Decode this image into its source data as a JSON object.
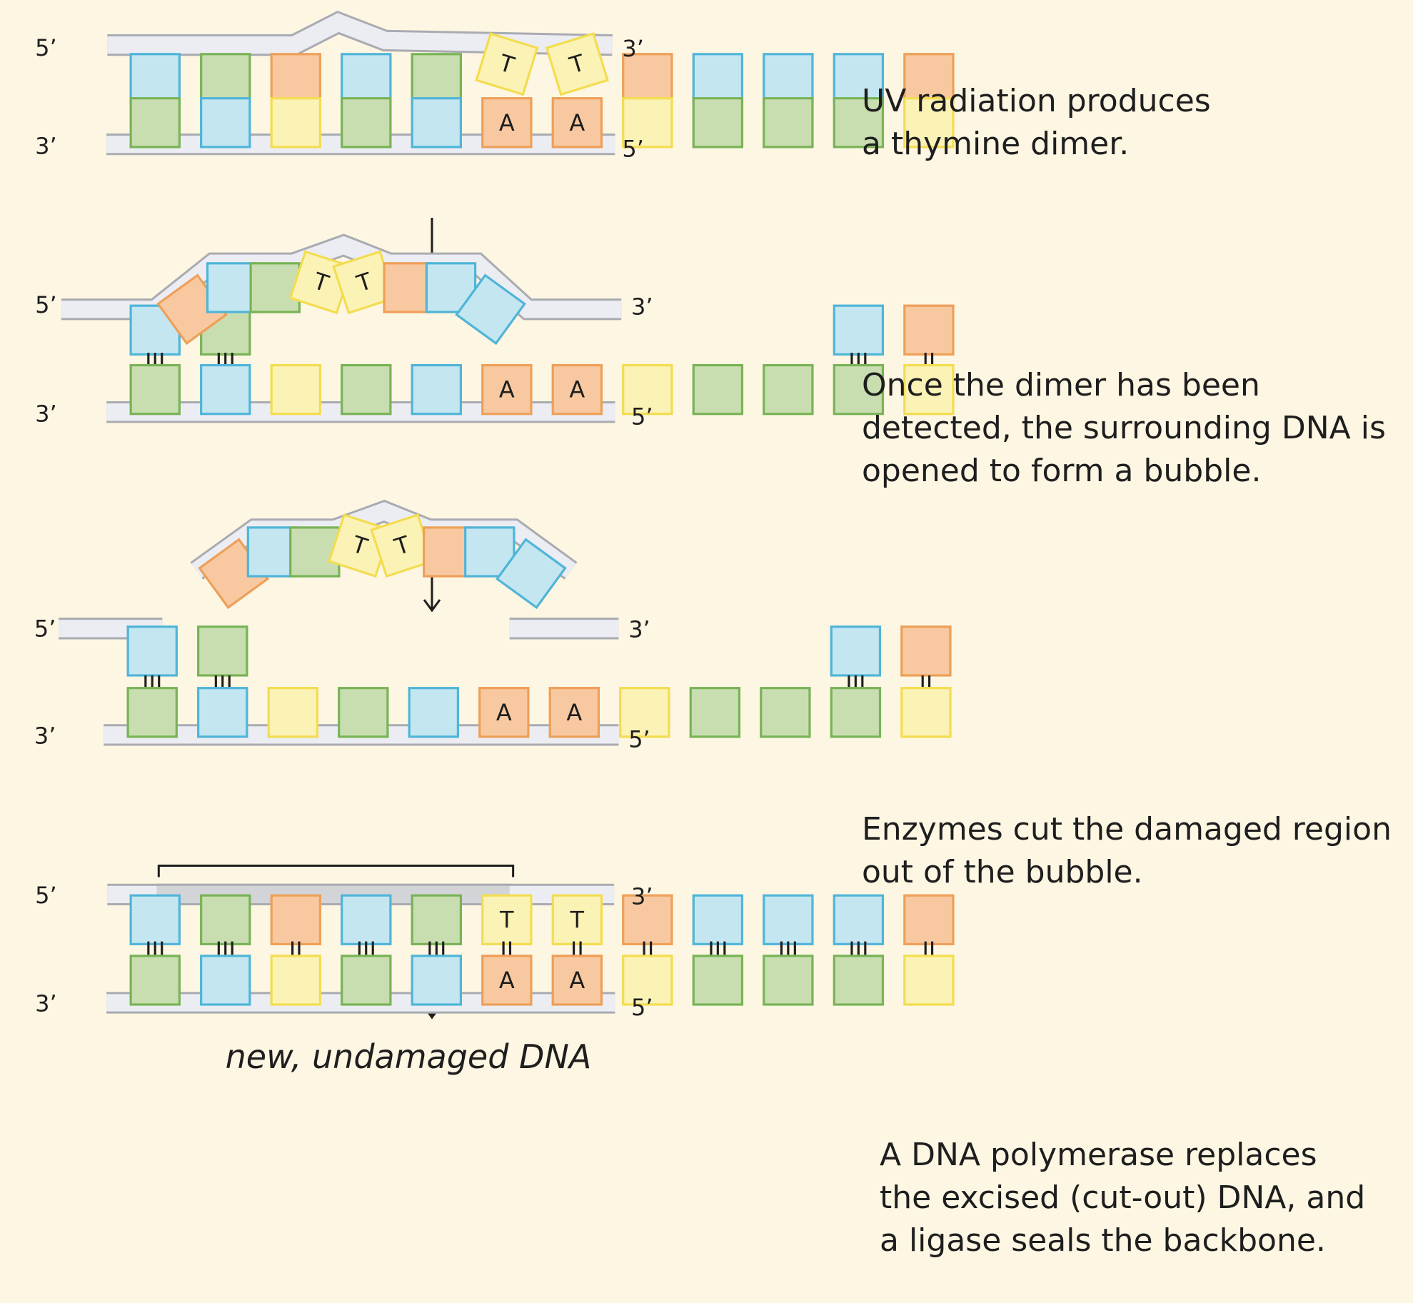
{
  "colors": {
    "background": "#fdf6e3",
    "backbone_fill": "#ecedf2",
    "backbone_stroke": "#a9abb1",
    "new_backbone_fill": "#d3d4d8",
    "base_blue": {
      "fill": "#c4e6f1",
      "stroke": "#4fb5d8"
    },
    "base_green": {
      "fill": "#c9deb0",
      "stroke": "#78b356"
    },
    "base_orange": {
      "fill": "#f8c9a0",
      "stroke": "#ee9f58"
    },
    "base_yellow": {
      "fill": "#fbf2b6",
      "stroke": "#f3dd4f"
    },
    "text": "#1e1e1e"
  },
  "strand_ends": {
    "five_prime": "5’",
    "three_prime": "3’"
  },
  "bases": {
    "top": [
      "blue",
      "green",
      "orange",
      "blue",
      "green",
      "yellow",
      "yellow",
      "orange",
      "blue",
      "blue",
      "blue",
      "orange"
    ],
    "bottom": [
      "green",
      "blue",
      "yellow",
      "green",
      "blue",
      "orange",
      "orange",
      "yellow",
      "green",
      "green",
      "green",
      "yellow"
    ]
  },
  "base_letters": {
    "top": [
      "",
      "",
      "",
      "",
      "",
      "T",
      "T",
      "",
      "",
      "",
      "",
      ""
    ],
    "bottom": [
      "",
      "",
      "",
      "",
      "",
      "A",
      "A",
      "",
      "",
      "",
      "",
      ""
    ]
  },
  "hydrogen_bonds": [
    "III",
    "III",
    "II",
    "III",
    "III",
    "II",
    "II",
    "II",
    "III",
    "III",
    "III",
    "II"
  ],
  "arrow_icon": "down-arrow",
  "steps": [
    {
      "caption": [
        "UV radiation produces",
        "a thymine dimer."
      ]
    },
    {
      "caption": [
        "Once the dimer has been",
        "detected, the surrounding DNA is",
        "opened to form a bubble."
      ]
    },
    {
      "caption": [
        "Enzymes cut the damaged region",
        "out of the bubble."
      ]
    },
    {
      "caption": [
        "A DNA polymerase replaces",
        "the excised (cut-out) DNA, and",
        "a ligase seals the backbone."
      ],
      "annotation": "new, undamaged DNA"
    }
  ]
}
